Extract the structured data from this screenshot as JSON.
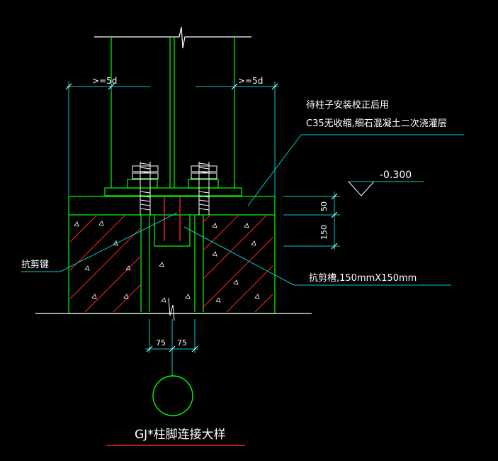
{
  "drawing": {
    "title": "GJ*柱脚连接大样",
    "dim_left_embed": ">=5d",
    "dim_right_embed": ">=5d",
    "note_line1": "待柱子安装校正后用",
    "note_line2": "C35无收缩,细石混凝土二次浇灌层",
    "elevation": "-0.300",
    "dim_grout": "50",
    "dim_slot_depth": "150",
    "label_shear_key": "抗剪键",
    "label_shear_slot": "抗剪槽,150mmX150mm",
    "dim_half_left": "75",
    "dim_half_right": "75"
  },
  "colors": {
    "green": "#00ff00",
    "white": "#ffffff",
    "red": "#ff2020",
    "cyan": "#00cccc",
    "background": "#000000"
  }
}
